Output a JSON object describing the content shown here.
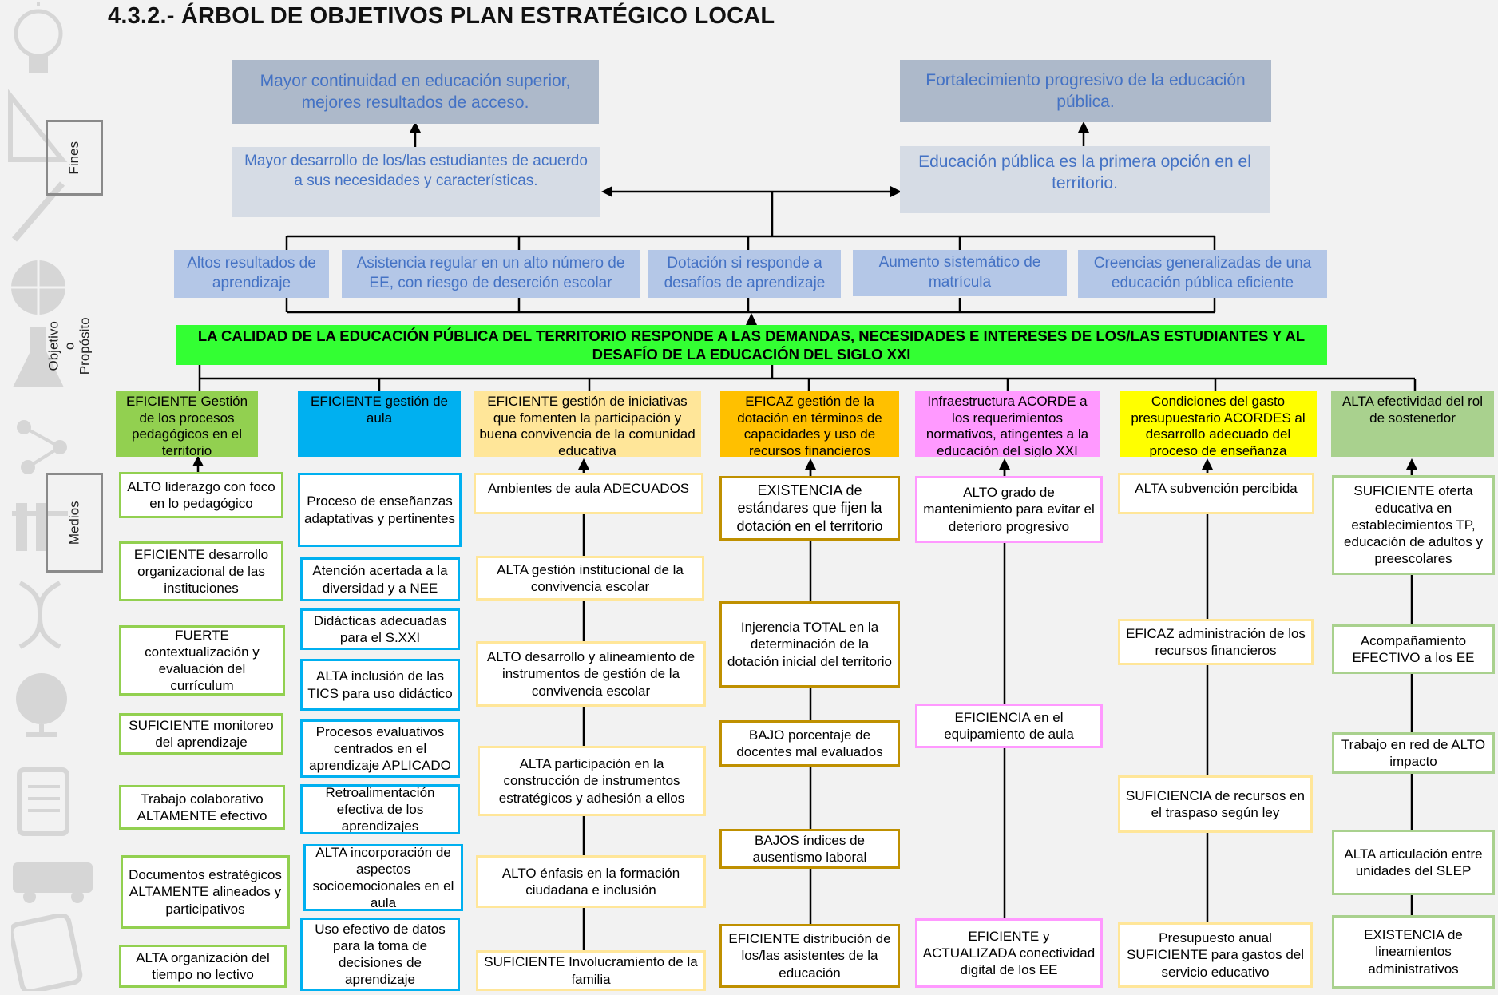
{
  "title": "4.3.2.- ÁRBOL DE OBJETIVOS PLAN ESTRATÉGICO LOCAL",
  "side_labels": {
    "fines": "Fines",
    "objetivo": "Objetivo o Propósito",
    "medios": "Medios"
  },
  "fines": {
    "top_left": "Mayor continuidad en educación superior, mejores resultados de acceso.",
    "top_right": "Fortalecimiento progresivo de la educación pública.",
    "mid_left": "Mayor desarrollo de los/las estudiantes de acuerdo a sus necesidades y características.",
    "mid_right": "Educación pública  es la primera opción en el territorio."
  },
  "results": [
    "Altos resultados de aprendizaje",
    "Asistencia regular en un alto número de EE, con riesgo de deserción escolar",
    "Dotación si responde a desafíos de aprendizaje",
    "Aumento sistemático de matrícula",
    "Creencias generalizadas de una educación pública eficiente"
  ],
  "purpose": "LA CALIDAD DE LA EDUCACIÓN PÚBLICA DEL TERRITORIO RESPONDE A LAS DEMANDAS, NECESIDADES E INTERESES DE LOS/LAS ESTUDIANTES Y AL DESAFÍO DE LA EDUCACIÓN DEL SIGLO XXI",
  "columns": [
    {
      "header": "EFICIENTE Gestión de los procesos pedagógicos en el territorio",
      "color": "#92d050",
      "items": [
        "ALTO liderazgo con foco en lo pedagógico",
        "EFICIENTE desarrollo organizacional de las instituciones",
        "FUERTE contextualización y evaluación del currículum",
        "SUFICIENTE monitoreo del aprendizaje",
        "Trabajo colaborativo ALTAMENTE efectivo",
        "Documentos estratégicos ALTAMENTE alineados y participativos",
        "ALTA organización del tiempo no lectivo"
      ]
    },
    {
      "header": "EFICIENTE gestión de aula",
      "color": "#00b0f0",
      "items": [
        "Proceso de enseñanzas adaptativas y pertinentes",
        "Atención acertada a la diversidad y a NEE",
        "Didácticas adecuadas para el S.XXI",
        "ALTA inclusión de las TICS para uso didáctico",
        "Procesos evaluativos centrados en el aprendizaje APLICADO",
        "Retroalimentación efectiva de los aprendizajes",
        "ALTA incorporación de aspectos socioemocionales en el aula",
        "Uso efectivo de datos para la toma de decisiones de aprendizaje"
      ]
    },
    {
      "header": "EFICIENTE gestión de iniciativas que fomenten la participación y buena convivencia de la comunidad educativa",
      "color": "#ffe699",
      "items": [
        "Ambientes de aula ADECUADOS",
        "ALTA gestión institucional de la convivencia escolar",
        "ALTO desarrollo y alineamiento de instrumentos de gestión de la convivencia escolar",
        "ALTA participación en la construcción de instrumentos estratégicos y adhesión a ellos",
        "ALTO énfasis en la formación ciudadana e inclusión",
        "SUFICIENTE Involucramiento de la familia"
      ]
    },
    {
      "header": "EFICAZ gestión de la dotación en términos de capacidades y uso de recursos financieros",
      "color": "#ffc000",
      "items": [
        "EXISTENCIA de estándares que fijen la dotación en el territorio",
        "Injerencia TOTAL  en la determinación de la dotación inicial del territorio",
        "BAJO porcentaje de docentes mal evaluados",
        "BAJOS índices de ausentismo laboral",
        "EFICIENTE distribución de los/las asistentes de la educación"
      ]
    },
    {
      "header": "Infraestructura ACORDE a los requerimientos normativos, atingentes a la educación del siglo XXI",
      "color": "#ff99ff",
      "items": [
        "ALTO grado de mantenimiento para evitar el deterioro progresivo",
        "EFICIENCIA  en el equipamiento de aula",
        "EFICIENTE y ACTUALIZADA conectividad digital de los EE"
      ]
    },
    {
      "header": "Condiciones del gasto presupuestario ACORDES al desarrollo adecuado del proceso de enseñanza",
      "color": "#ffff00",
      "items": [
        "ALTA subvención percibida",
        "EFICAZ  administración de los recursos financieros",
        "SUFICIENCIA de recursos en el traspaso según ley",
        "Presupuesto anual SUFICIENTE para  gastos del servicio educativo"
      ]
    },
    {
      "header": "ALTA efectividad del rol de sostenedor",
      "color": "#a9d18e",
      "items": [
        "SUFICIENTE oferta educativa en establecimientos TP, educación de adultos y preescolares",
        "Acompañamiento EFECTIVO a los EE",
        "Trabajo en red de ALTO impacto",
        "ALTA articulación entre unidades del SLEP",
        "EXISTENCIA de lineamientos administrativos"
      ]
    }
  ]
}
